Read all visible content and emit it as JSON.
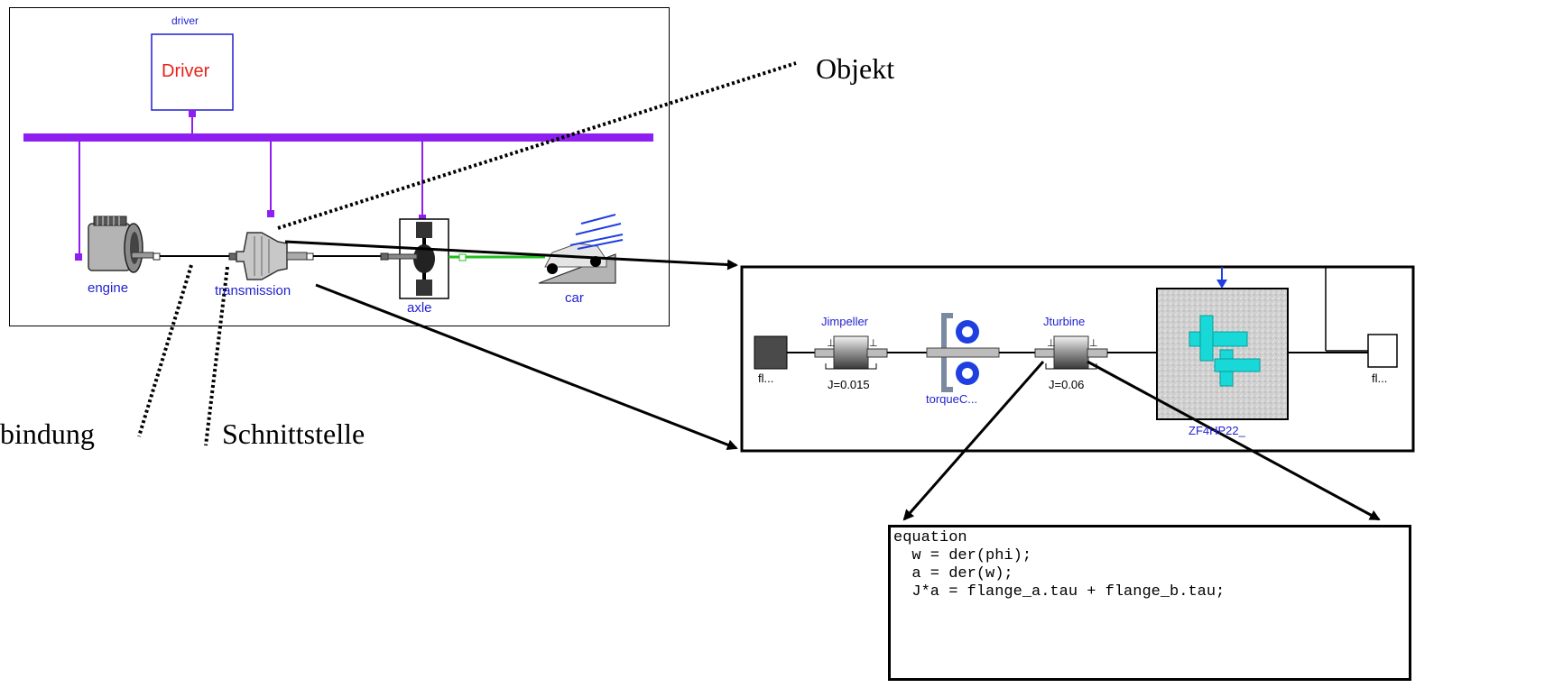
{
  "top_model": {
    "driver_instance": "driver",
    "driver_block": "Driver",
    "components": {
      "engine": "engine",
      "transmission": "transmission",
      "axle": "axle",
      "car": "car"
    }
  },
  "detail_model": {
    "left_flange": "fl...",
    "right_flange": "fl...",
    "impeller_name": "Jimpeller",
    "impeller_param": "J=0.015",
    "torque_name": "torqueC...",
    "turbine_name": "Jturbine",
    "turbine_param": "J=0.06",
    "gearbox_name": "ZF4HP22_"
  },
  "annotations": {
    "object": "Objekt",
    "connection": "bindung",
    "interface": "Schnittstelle"
  },
  "code": {
    "lines": [
      "equation",
      "  w = der(phi);",
      "  a = der(w);",
      "  J*a = flange_a.tau + flange_b.tau;"
    ]
  },
  "colors": {
    "bus": "#8f1ff0",
    "label": "#1f1fd2",
    "driver_text": "#e8221b",
    "green_link": "#1fbf1f",
    "cyan_gear": "#19d8d8",
    "arrow_blue": "#1f3fe0"
  }
}
